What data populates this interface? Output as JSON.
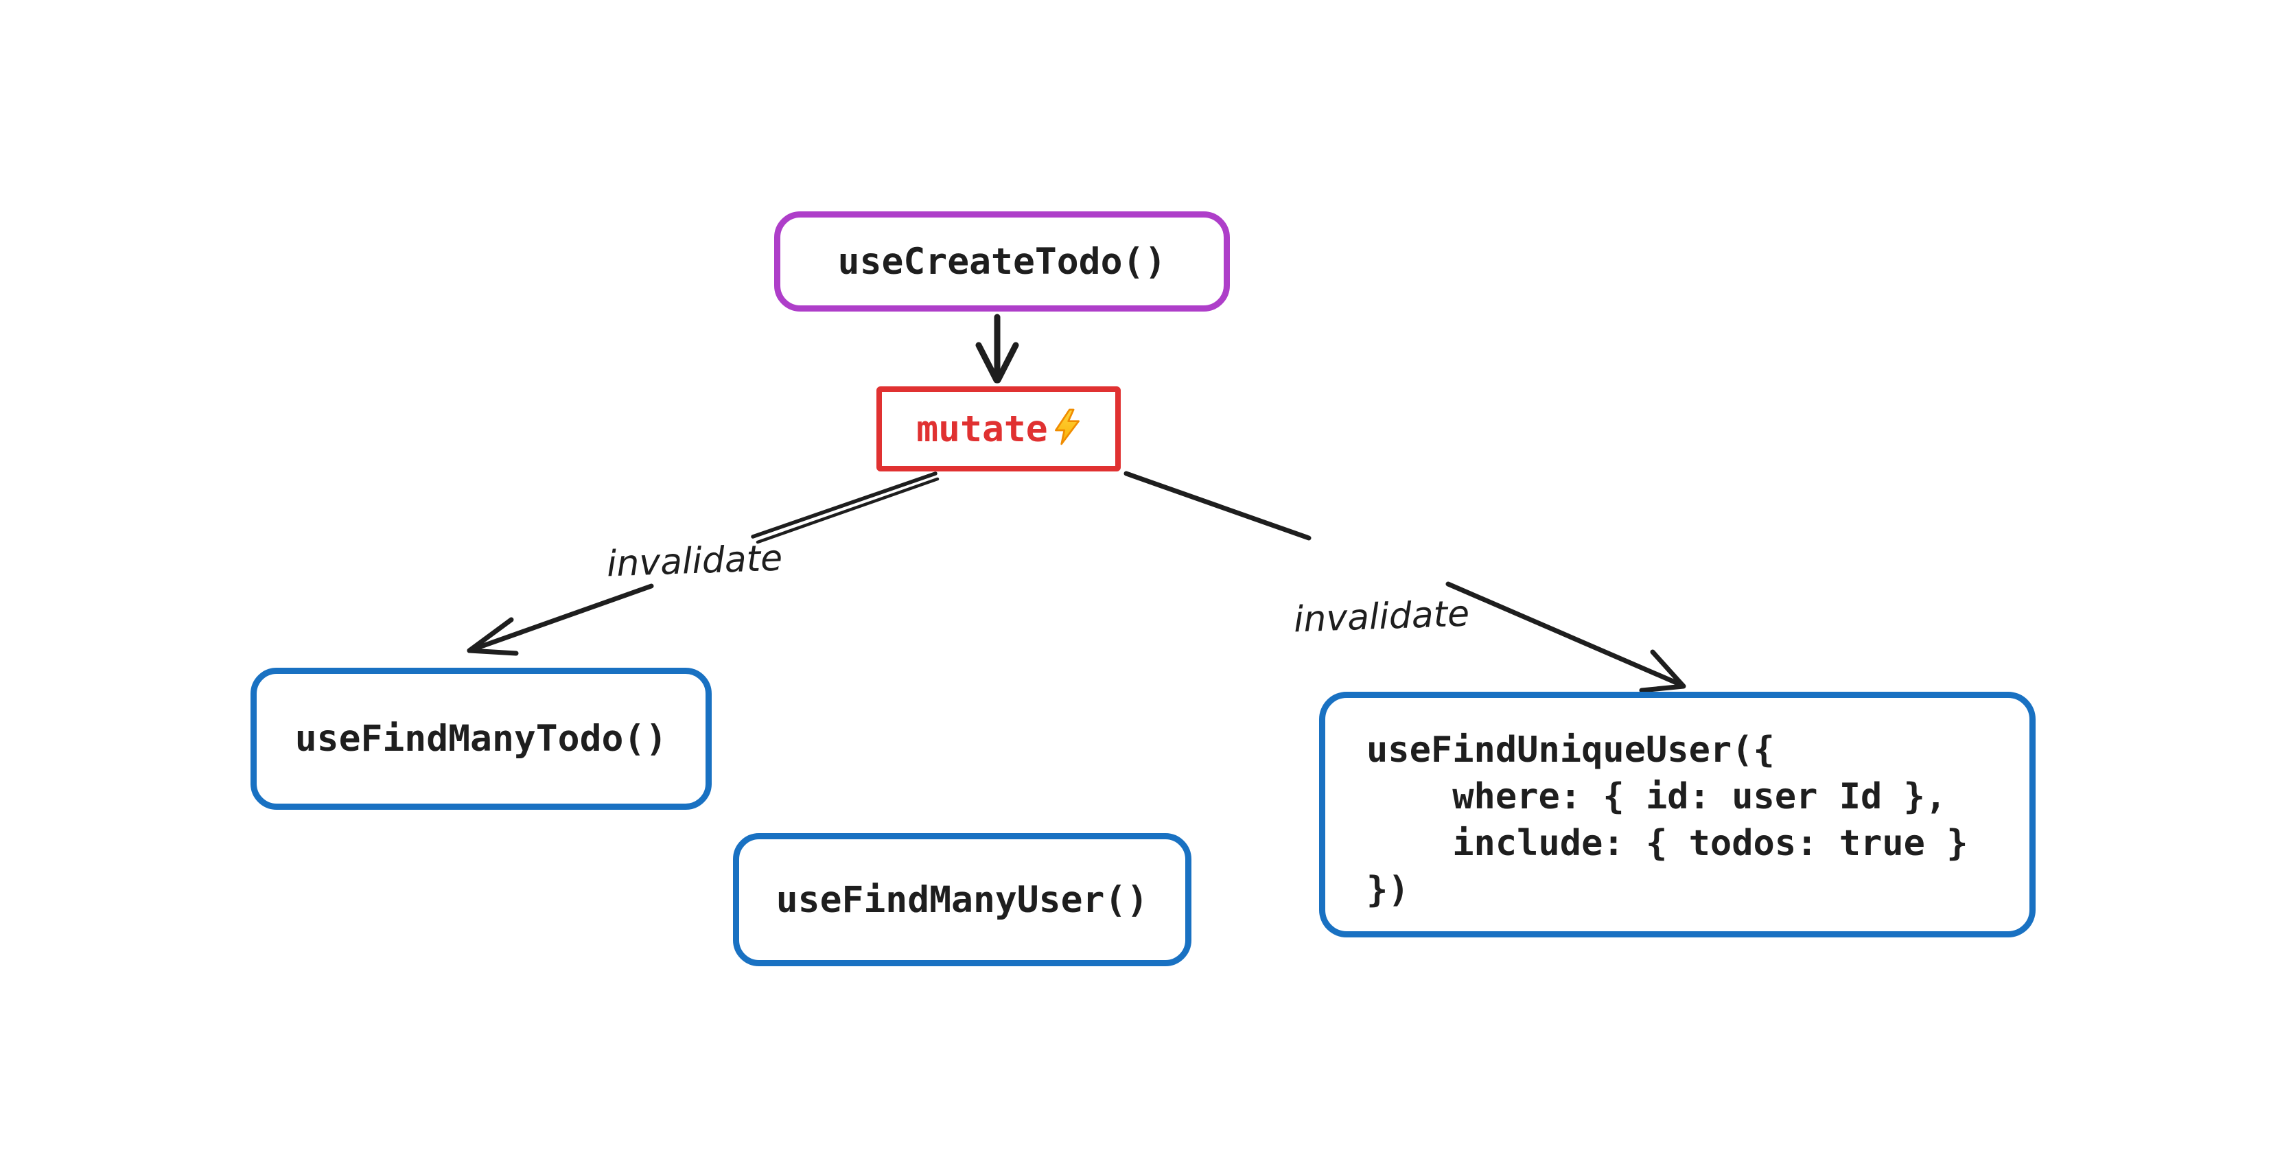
{
  "colors": {
    "background": "#ffffff",
    "purple": "#ae3ec9",
    "red": "#e03131",
    "blue": "#1971c2",
    "ink": "#1e1e1e",
    "bolt_yellow": "#ffd43b",
    "bolt_orange": "#f08c00"
  },
  "nodes": {
    "create_todo": {
      "label": "useCreateTodo()"
    },
    "mutate": {
      "label": "mutate",
      "icon": "lightning-bolt"
    },
    "find_many_todo": {
      "label": "useFindManyTodo()"
    },
    "find_many_user": {
      "label": "useFindManyUser()"
    },
    "find_unique_user": {
      "code": "useFindUniqueUser({\n    where: { id: user Id },\n    include: { todos: true }\n})"
    }
  },
  "edges": {
    "mutate_to_find_many_todo": {
      "label": "invalidate"
    },
    "mutate_to_find_unique_user": {
      "label": "invalidate"
    }
  }
}
